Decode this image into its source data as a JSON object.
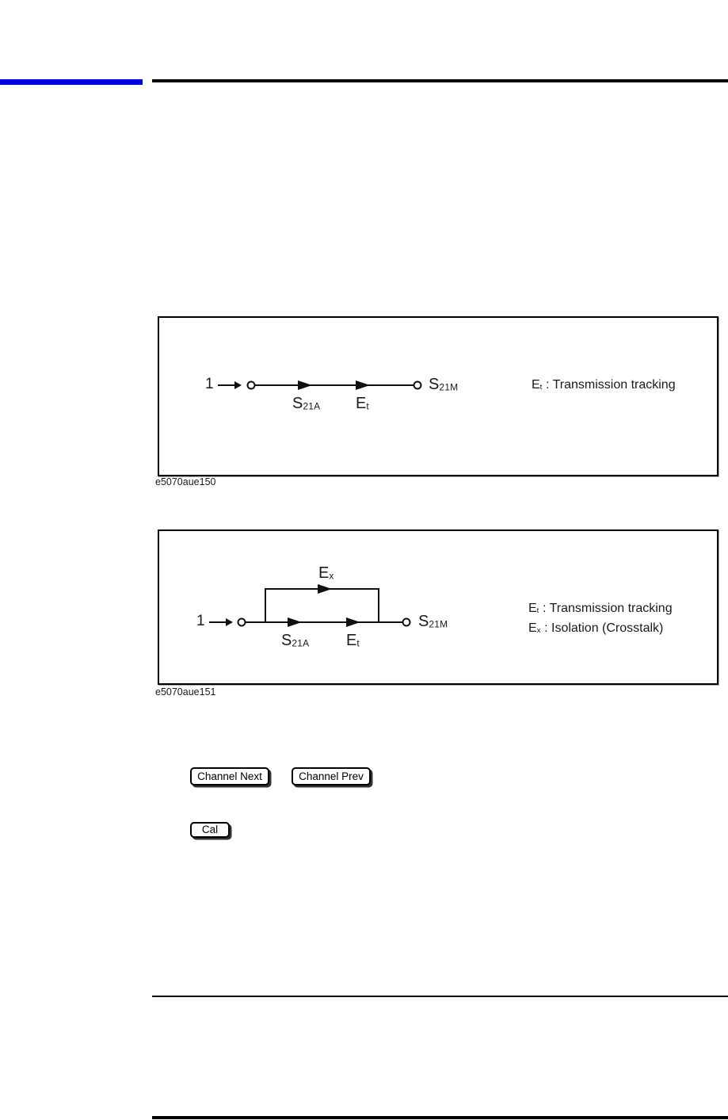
{
  "colors": {
    "accent_blue": "#0000EE",
    "rule_black": "#000000"
  },
  "figures": [
    {
      "caption": "e5070aue150",
      "input_label": "1",
      "labels": {
        "s21a": {
          "base": "S",
          "sub": "21A"
        },
        "et": {
          "base": "E",
          "sub": "t"
        },
        "s21m": {
          "base": "S",
          "sub": "21M"
        }
      },
      "legend": [
        {
          "base": "E",
          "sub": "t",
          "text": " : Transmission tracking"
        }
      ]
    },
    {
      "caption": "e5070aue151",
      "input_label": "1",
      "labels": {
        "ex": {
          "base": "E",
          "sub": "x"
        },
        "s21a": {
          "base": "S",
          "sub": "21A"
        },
        "et": {
          "base": "E",
          "sub": "t"
        },
        "s21m": {
          "base": "S",
          "sub": "21M"
        }
      },
      "legend": [
        {
          "base": "E",
          "sub": "t",
          "text": " : Transmission tracking"
        },
        {
          "base": "E",
          "sub": "x",
          "text": " : Isolation (Crosstalk)"
        }
      ]
    }
  ],
  "buttons": {
    "channel_next": "Channel Next",
    "channel_prev": "Channel Prev",
    "cal": "Cal"
  }
}
